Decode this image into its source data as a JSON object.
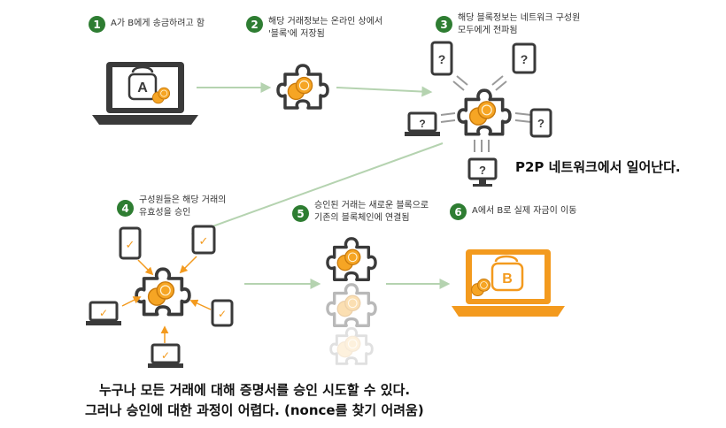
{
  "steps": [
    {
      "num": "1",
      "lines": [
        "A가 B에게 송금하려고 함"
      ]
    },
    {
      "num": "2",
      "lines": [
        "해당 거래정보는 온라인 상에서",
        "'블록'에 저장됨"
      ]
    },
    {
      "num": "3",
      "lines": [
        "해당 블록정보는 네트워크 구성원",
        "모두에게 전파됨"
      ]
    },
    {
      "num": "4",
      "lines": [
        "구성원들은 해당 거래의",
        "유효성을 승인"
      ]
    },
    {
      "num": "5",
      "lines": [
        "승인된 거래는 새로운 블록으로",
        "기존의 블록체인에 연결됨"
      ]
    },
    {
      "num": "6",
      "lines": [
        "A에서 B로 실제 자금이 이동"
      ]
    }
  ],
  "p2p_text": "P2P 네트워크에서 일어난다.",
  "bottom_text": [
    "누구나 모든 거래에 대해 증명서를 승인 시도할 수 있다.",
    "그러나 승인에 대한 과정이 어렵다. (nonce를 찾기 어려움)"
  ],
  "laptop_a_letter": "A",
  "laptop_b_letter": "B",
  "unknown_mark": "?",
  "check_mark": "✓",
  "colors": {
    "green": "#2e7d32",
    "orange": "#f39a1e",
    "dark": "#3a3a3a",
    "arrow": "#b5d3b0"
  }
}
